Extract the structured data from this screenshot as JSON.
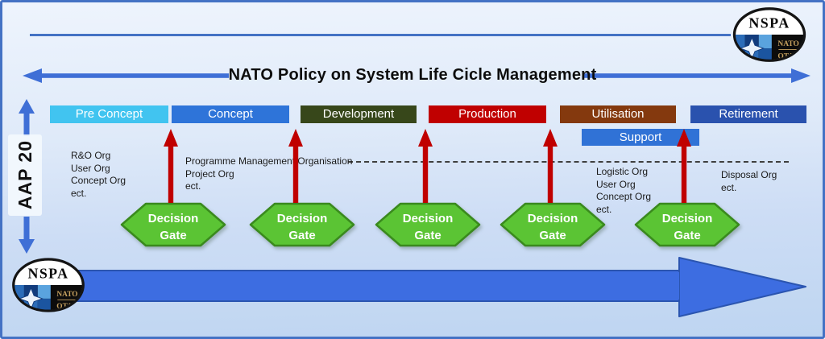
{
  "title": "NATO Policy on System Life Cicle Management",
  "side_label": "AAP 20",
  "phases": [
    {
      "label": "Pre Concept",
      "color": "#41c4f0"
    },
    {
      "label": "Concept",
      "color": "#2e74d9"
    },
    {
      "label": "Development",
      "color": "#37471a"
    },
    {
      "label": "Production",
      "color": "#c00000"
    },
    {
      "label": "Utilisation",
      "color": "#84390e"
    },
    {
      "label": "Retirement",
      "color": "#2a52ae"
    }
  ],
  "support_box": {
    "label": "Support",
    "color": "#3072d6"
  },
  "org_notes": {
    "pre_concept": {
      "lines": [
        "R&O Org",
        "User Org",
        "Concept Org",
        "ect."
      ]
    },
    "programme": {
      "lines": [
        "Programme Management Organisation",
        "Project Org",
        "ect."
      ]
    },
    "utilisation": {
      "lines": [
        "Logistic Org",
        "User Org",
        "Concept Org",
        "ect."
      ]
    },
    "disposal": {
      "lines": [
        "Disposal Org",
        "ect."
      ]
    }
  },
  "decision_gate": {
    "line1": "Decision",
    "line2": "Gate",
    "fill": "#5bc434",
    "border": "#3a8a1e"
  },
  "logo": {
    "acronym": "NSPA",
    "line1": "NATO",
    "line2": "OTAN"
  },
  "colors": {
    "accent_blue": "#3f6fd6",
    "big_arrow_fill": "#3d6de1",
    "big_arrow_stroke": "#2b55b0",
    "red_arrow": "#c00000",
    "border": "#4472c4"
  }
}
